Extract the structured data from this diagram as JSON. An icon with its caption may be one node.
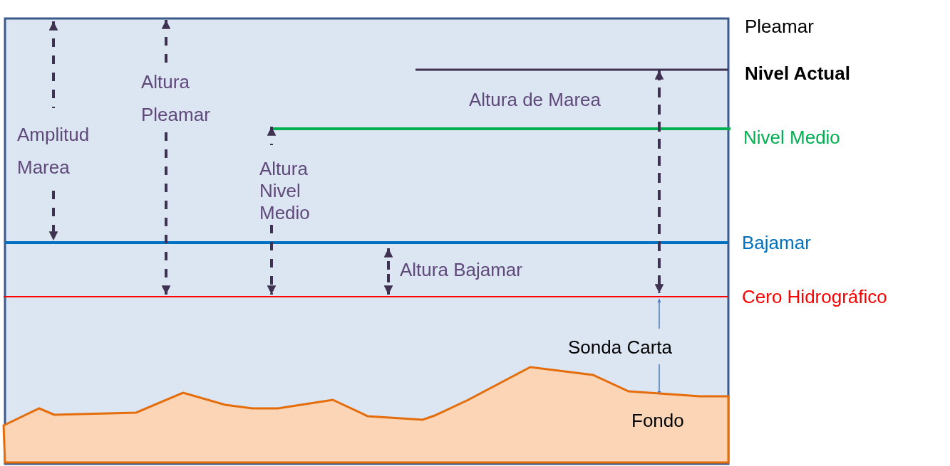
{
  "diagram": {
    "nodes": [
      {
        "text": [
          "Fondo"
        ]
      }
    ],
    "edges": [],
    "labels": [
      "Pleamar",
      "Nivel Actual",
      "Altura Pleamar",
      "Altura de Marea",
      "Amplitud Marea",
      "Nivel Medio",
      "Altura Nivel Medio",
      "Bajamar",
      "Altura Bajamar",
      "Cero Hidrográfico",
      "Sonda Carta"
    ]
  }
}
